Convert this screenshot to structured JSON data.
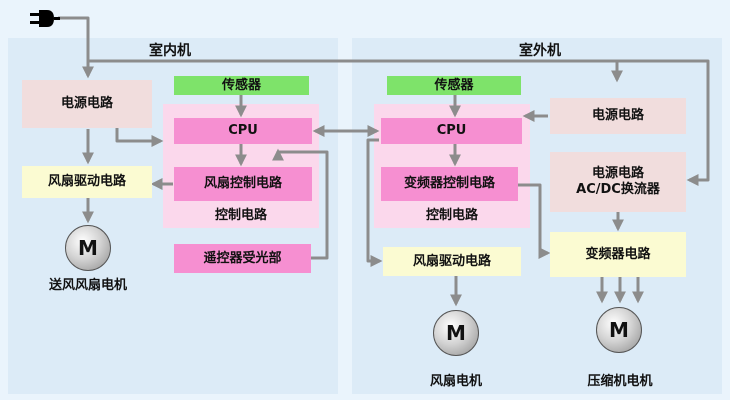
{
  "indoor": {
    "title": "室内机",
    "power_circuit": "电源电路",
    "fan_drive_circuit": "风扇驱动电路",
    "sensor": "传感器",
    "cpu": "CPU",
    "fan_control_circuit": "风扇控制电路",
    "control_circuit_label": "控制电路",
    "remote_receiver": "遥控器受光部",
    "motor_letter": "M",
    "motor_caption": "送风风扇电机"
  },
  "outdoor": {
    "title": "室外机",
    "sensor": "传感器",
    "cpu": "CPU",
    "inverter_control_circuit": "变频器控制电路",
    "control_circuit_label": "控制电路",
    "power_circuit": "电源电路",
    "power_circuit_acdc_line1": "电源电路",
    "power_circuit_acdc_line2": "AC/DC换流器",
    "fan_drive_circuit": "风扇驱动电路",
    "inverter_circuit": "变频器电路",
    "fan_motor_letter": "M",
    "fan_motor_caption": "风扇电机",
    "compressor_motor_letter": "M",
    "compressor_motor_caption": "压缩机电机"
  },
  "colors": {
    "background": "#eaf4fc",
    "panel": "#dcebf7",
    "power_box": "#f1dddd",
    "drive_box": "#fbfbd2",
    "sensor_box": "#7ee36a",
    "cpu_box": "#f68fd1",
    "control_group": "#fbd8ec",
    "wire": "#8c8c8c"
  },
  "icons": [
    "power-plug-icon",
    "motor-icon"
  ]
}
